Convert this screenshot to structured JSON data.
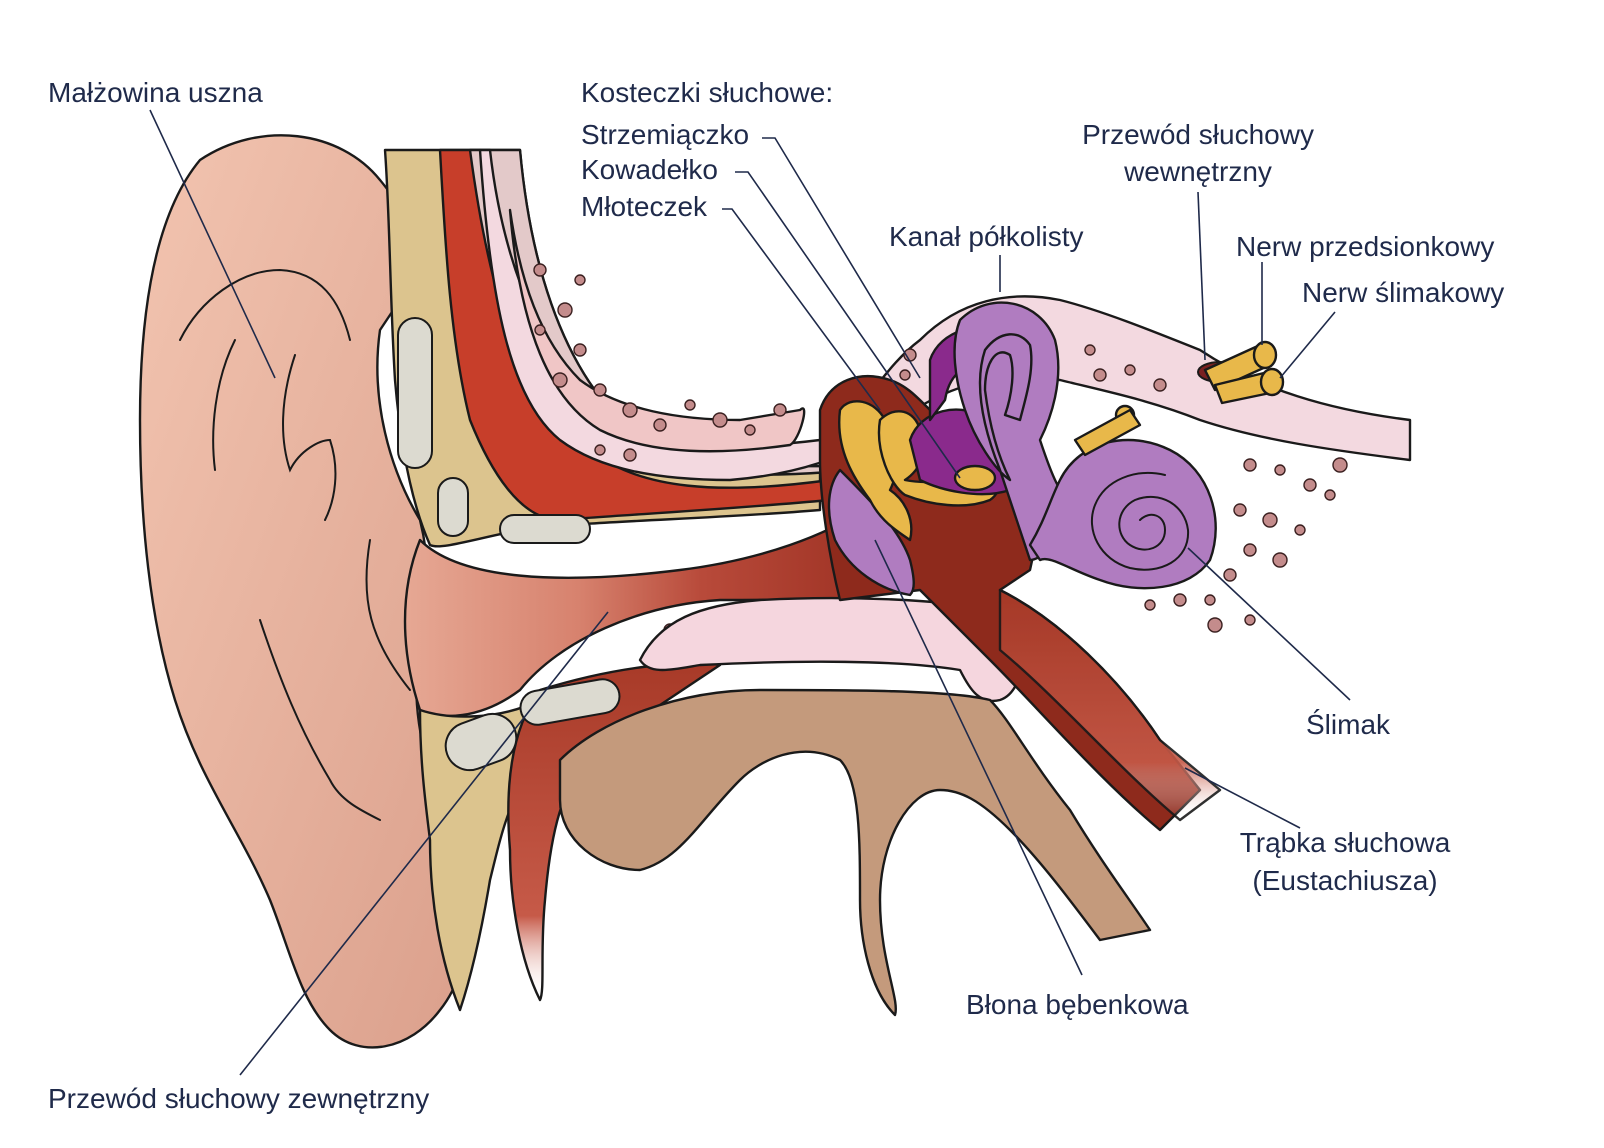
{
  "labels": {
    "auricle": "Małżowina uszna",
    "ossicles_heading": "Kosteczki słuchowe:",
    "stapes": "Strzemiączko",
    "incus": "Kowadełko",
    "malleus": "Młoteczek",
    "semicircular_canal": "Kanał półkolisty",
    "internal_canal_line1": "Przewód słuchowy",
    "internal_canal_line2": "wewnętrzny",
    "vestibular_nerve": "Nerw przedsionkowy",
    "cochlear_nerve": "Nerw ślimakowy",
    "cochlea": "Ślimak",
    "eustachian_line1": "Trąbka słuchowa",
    "eustachian_line2": "(Eustachiusza)",
    "eardrum": "Błona bębenkowa",
    "external_canal": "Przewód słuchowy zewnętrzny"
  },
  "colors": {
    "skin": "#e8b09b",
    "canal": "#c0503c",
    "cartilage": "#dcc48e",
    "bone": "#f0c6c6",
    "muscle": "#c73e2a",
    "inner_cavity": "#8e2a1c",
    "labyrinth": "#b07cc0",
    "labyrinth_dark": "#8a2a8c",
    "ossicle": "#e8b84a",
    "tissue_tan": "#c49a7c",
    "text": "#1f2a4a"
  }
}
